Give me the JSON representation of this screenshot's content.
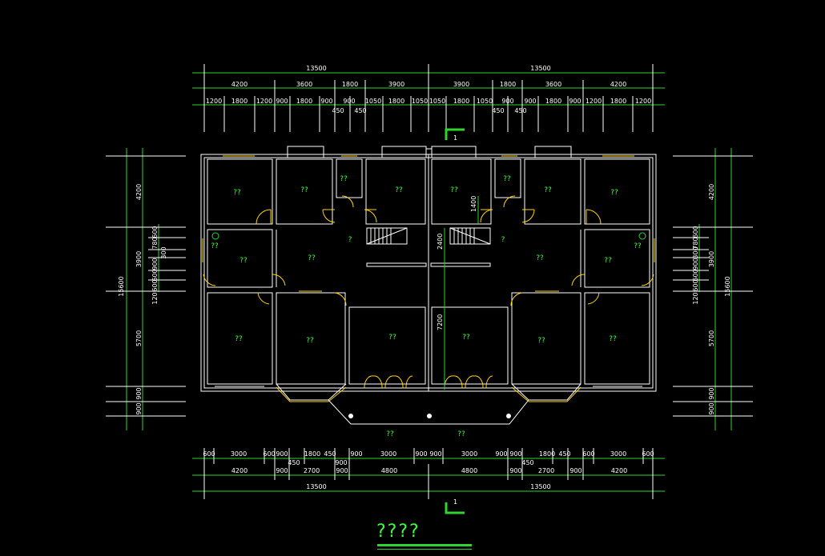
{
  "title": "????",
  "section_mark": "1",
  "colors": {
    "background": "#000000",
    "dim_line": "#2fd52f",
    "wall": "#ffffff",
    "door": "#ffd400",
    "room_label": "#3cff3c"
  },
  "dims": {
    "top_overall": [
      "13500",
      "13500"
    ],
    "top_mid": [
      "4200",
      "3600",
      "1800",
      "3900",
      "3900",
      "1800",
      "3600",
      "4200"
    ],
    "top_inner": [
      "1200",
      "1800",
      "1200",
      "900",
      "1800",
      "900",
      "900",
      "1050",
      "1800",
      "1050",
      "1050",
      "1800",
      "1050",
      "900",
      "900",
      "1800",
      "900",
      "1200",
      "1800",
      "1200"
    ],
    "top_small": [
      "450",
      "450",
      "450",
      "450"
    ],
    "bottom_row1": [
      "600",
      "3000",
      "600",
      "900",
      "1800",
      "450",
      "900",
      "3000",
      "900",
      "900",
      "3000",
      "900",
      "900",
      "1800",
      "450",
      "600",
      "3000",
      "600"
    ],
    "bottom_small": [
      "450",
      "900",
      "450"
    ],
    "bottom_row2": [
      "4200",
      "900",
      "2700",
      "900",
      "4800",
      "4800",
      "900",
      "2700",
      "900",
      "4200"
    ],
    "bottom_overall": [
      "13500",
      "13500"
    ],
    "left_outer": [
      "4200",
      "3900",
      "5700",
      "900",
      "900"
    ],
    "left_total": "15600",
    "left_detail": [
      "600",
      "780",
      "300",
      "900",
      "600",
      "600",
      "120"
    ],
    "right_outer": [
      "4200",
      "3900",
      "5700",
      "900",
      "900"
    ],
    "right_total": "15600",
    "right_detail": [
      "600",
      "780",
      "300",
      "900",
      "600",
      "600",
      "120"
    ],
    "stair": [
      "1400",
      "2400",
      "7200"
    ]
  },
  "rooms": [
    "??",
    "??",
    "??",
    "??",
    "??",
    "??",
    "??",
    "??",
    "??",
    "??",
    "??",
    "??",
    "??",
    "??",
    "??",
    "??",
    "??",
    "??",
    "??",
    "??",
    "??"
  ],
  "misc": [
    "?",
    "?"
  ]
}
